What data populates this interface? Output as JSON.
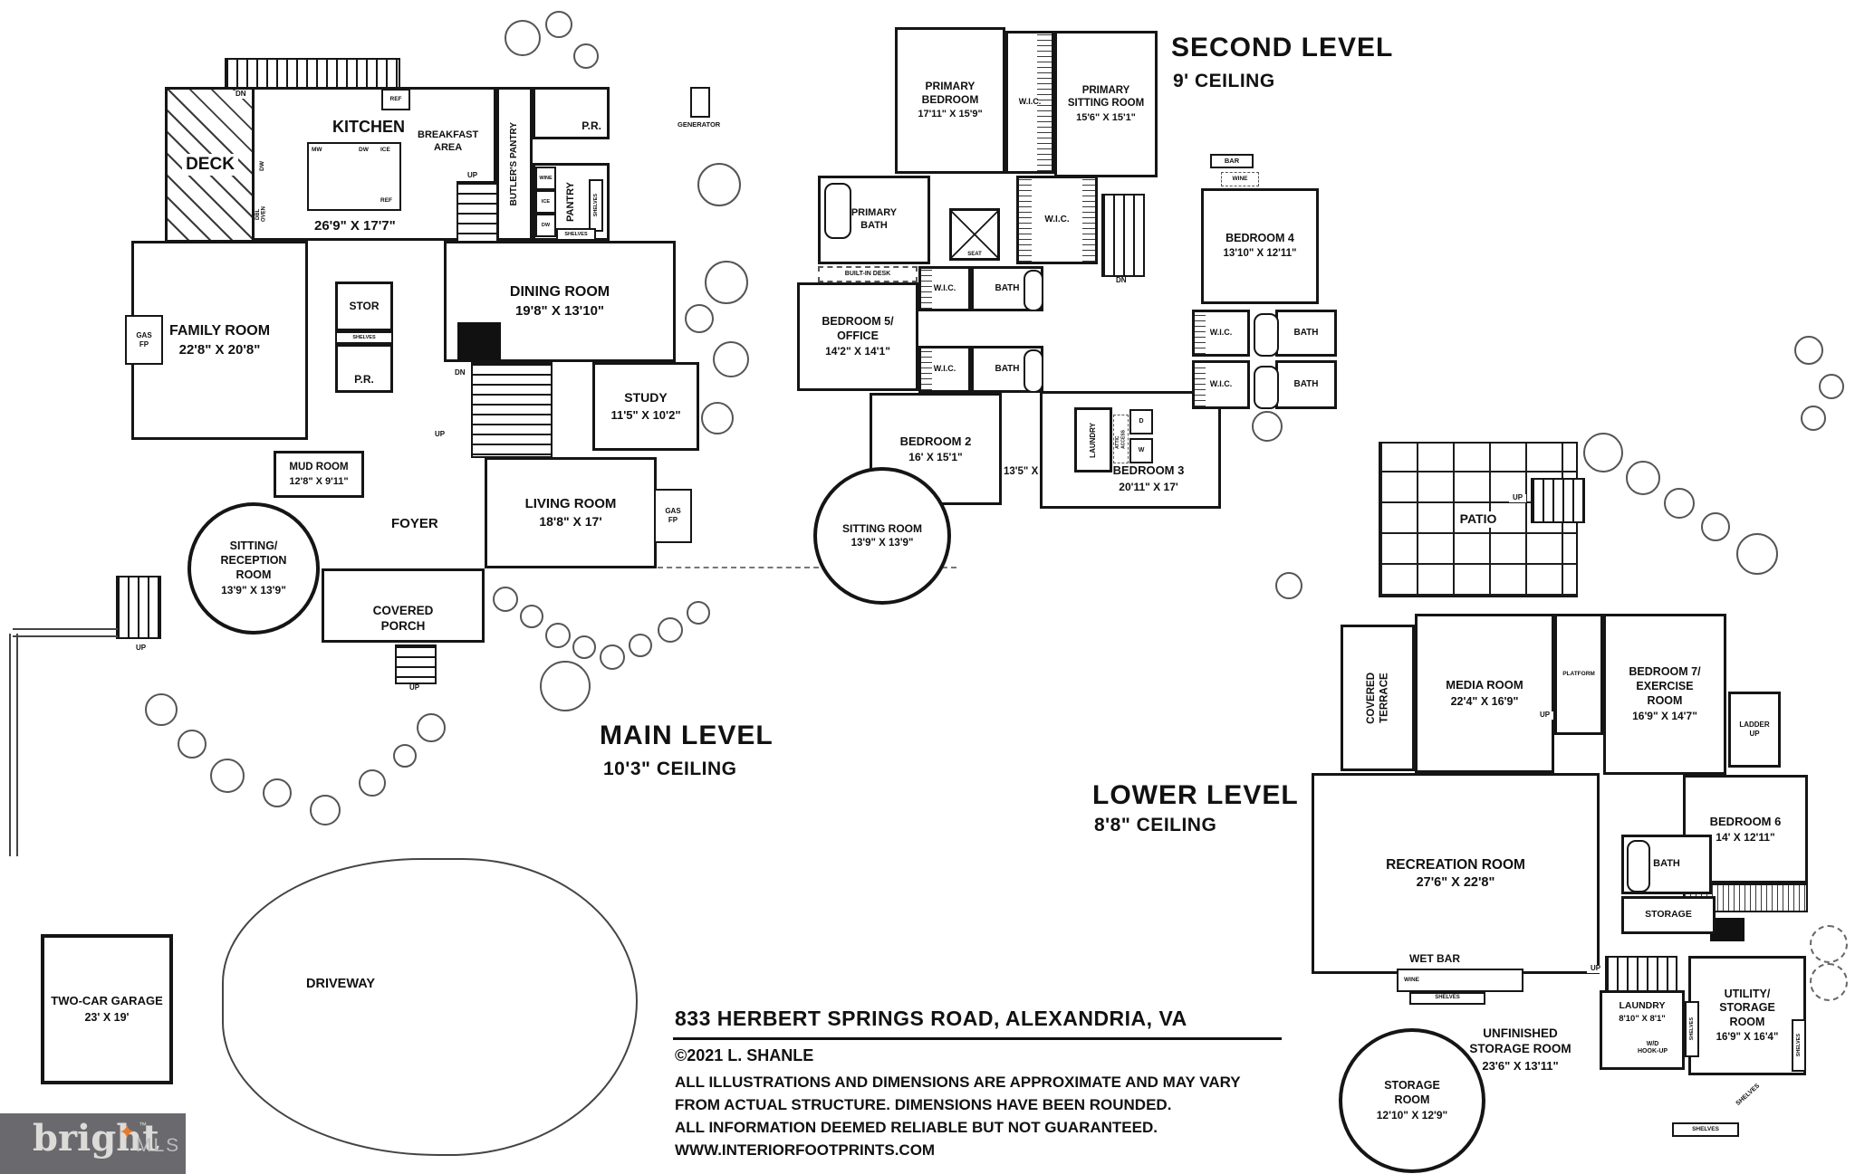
{
  "colors": {
    "wall": "#151515",
    "logo_bg": "#6a696e",
    "logo_text": "#dcdbd7",
    "logo_star": "#e7792e",
    "logo_mls": "#bcbbc0"
  },
  "main_level": {
    "heading": "MAIN LEVEL",
    "ceiling": "10'3\" CEILING",
    "deck": "DECK",
    "kitchen": {
      "name": "KITCHEN",
      "dims": "26'9\" X 17'7\""
    },
    "breakfast": "BREAKFAST\nAREA",
    "butlers_pantry": "BUTLER'S PANTRY",
    "pantry": "PANTRY",
    "generator": "GENERATOR",
    "family": {
      "name": "FAMILY ROOM",
      "dims": "22'8\" X 20'8\""
    },
    "stor": "STOR",
    "dining": {
      "name": "DINING ROOM",
      "dims": "19'8\" X 13'10\""
    },
    "study": {
      "name": "STUDY",
      "dims": "11'5\" X 10'2\""
    },
    "mud": {
      "name": "MUD ROOM",
      "dims": "12'8\" X 9'11\""
    },
    "sitting": {
      "name": "SITTING/\nRECEPTION\nROOM",
      "dims": "13'9\" X 13'9\""
    },
    "foyer": "FOYER",
    "living": {
      "name": "LIVING ROOM",
      "dims": "18'8\" X 17'"
    },
    "porch": "COVERED\nPORCH",
    "garage": {
      "name": "TWO-CAR GARAGE",
      "dims": "23' X 19'"
    },
    "driveway": "DRIVEWAY"
  },
  "second_level": {
    "heading": "SECOND LEVEL",
    "ceiling": "9' CEILING",
    "primary_bedroom": {
      "name": "PRIMARY\nBEDROOM",
      "dims": "17'11\" X 15'9\""
    },
    "primary_sitting": {
      "name": "PRIMARY\nSITTING ROOM",
      "dims": "15'6\" X 15'1\""
    },
    "primary_bath": "PRIMARY\nBATH",
    "built_in_desk": "BUILT-IN DESK",
    "bedroom5": {
      "name": "BEDROOM 5/\nOFFICE",
      "dims": "14'2\" X 14'1\""
    },
    "bedroom2": {
      "name": "BEDROOM 2",
      "dims": "16' X 15'1\""
    },
    "sitting_room": {
      "name": "SITTING ROOM",
      "dims": "13'9\" X 13'9\""
    },
    "hall_dims": "13'5\" X 10'",
    "laundry": "LAUNDRY",
    "attic": "ATTIC\nACCESS",
    "bedroom3": {
      "name": "BEDROOM 3",
      "dims": "20'11\" X 17'"
    },
    "bedroom4": {
      "name": "BEDROOM 4",
      "dims": "13'10\" X 12'11\""
    }
  },
  "lower_level": {
    "heading": "LOWER LEVEL",
    "ceiling": "8'8\" CEILING",
    "patio": "PATIO",
    "terrace": "COVERED\nTERRACE",
    "media": {
      "name": "MEDIA ROOM",
      "dims": "22'4\" X 16'9\""
    },
    "platform": "PLATFORM",
    "bedroom7": {
      "name": "BEDROOM 7/\nEXERCISE\nROOM",
      "dims": "16'9\" X 14'7\""
    },
    "ladder": "LADDER\nUP",
    "recreation": {
      "name": "RECREATION ROOM",
      "dims": "27'6\" X 22'8\""
    },
    "bedroom6": {
      "name": "BEDROOM 6",
      "dims": "14' X 12'11\""
    },
    "storage": "STORAGE",
    "wet_bar": "WET BAR",
    "unfinished": {
      "name": "UNFINISHED\nSTORAGE ROOM",
      "dims": "23'6\" X 13'11\""
    },
    "storage_room": {
      "name": "STORAGE\nROOM",
      "dims": "12'10\" X 12'9\""
    },
    "laundry": {
      "name": "LAUNDRY",
      "dims": "8'10\" X 8'1\""
    },
    "wd": "W/D\nHOOK-UP",
    "utility": {
      "name": "UTILITY/\nSTORAGE\nROOM",
      "dims": "16'9\" X 16'4\""
    }
  },
  "tags": {
    "up": "UP",
    "dn": "DN",
    "wic": "W.I.C.",
    "bath": "BATH",
    "shelves": "SHELVES",
    "wine": "WINE",
    "ice": "ICE",
    "dw": "DW",
    "mw": "MW",
    "ref": "REF",
    "gas_fp": "GAS\nFP",
    "seat": "SEAT",
    "bar": "BAR",
    "d": "D",
    "w": "W",
    "pr": "P.R.",
    "dbl_oven": "DBL\nOVEN"
  },
  "footer": {
    "address": "833 HERBERT SPRINGS ROAD, ALEXANDRIA, VA",
    "copyright": "©2021 L. SHANLE",
    "disclaimer1": "ALL ILLUSTRATIONS AND DIMENSIONS ARE APPROXIMATE AND MAY VARY",
    "disclaimer2": "FROM ACTUAL STRUCTURE. DIMENSIONS HAVE BEEN ROUNDED.",
    "disclaimer3": "ALL INFORMATION DEEMED RELIABLE BUT NOT GUARANTEED.",
    "website": "WWW.INTERIORFOOTPRINTS.COM"
  },
  "logo": {
    "brand": "bright",
    "tm": "™",
    "suffix": "MLS"
  }
}
